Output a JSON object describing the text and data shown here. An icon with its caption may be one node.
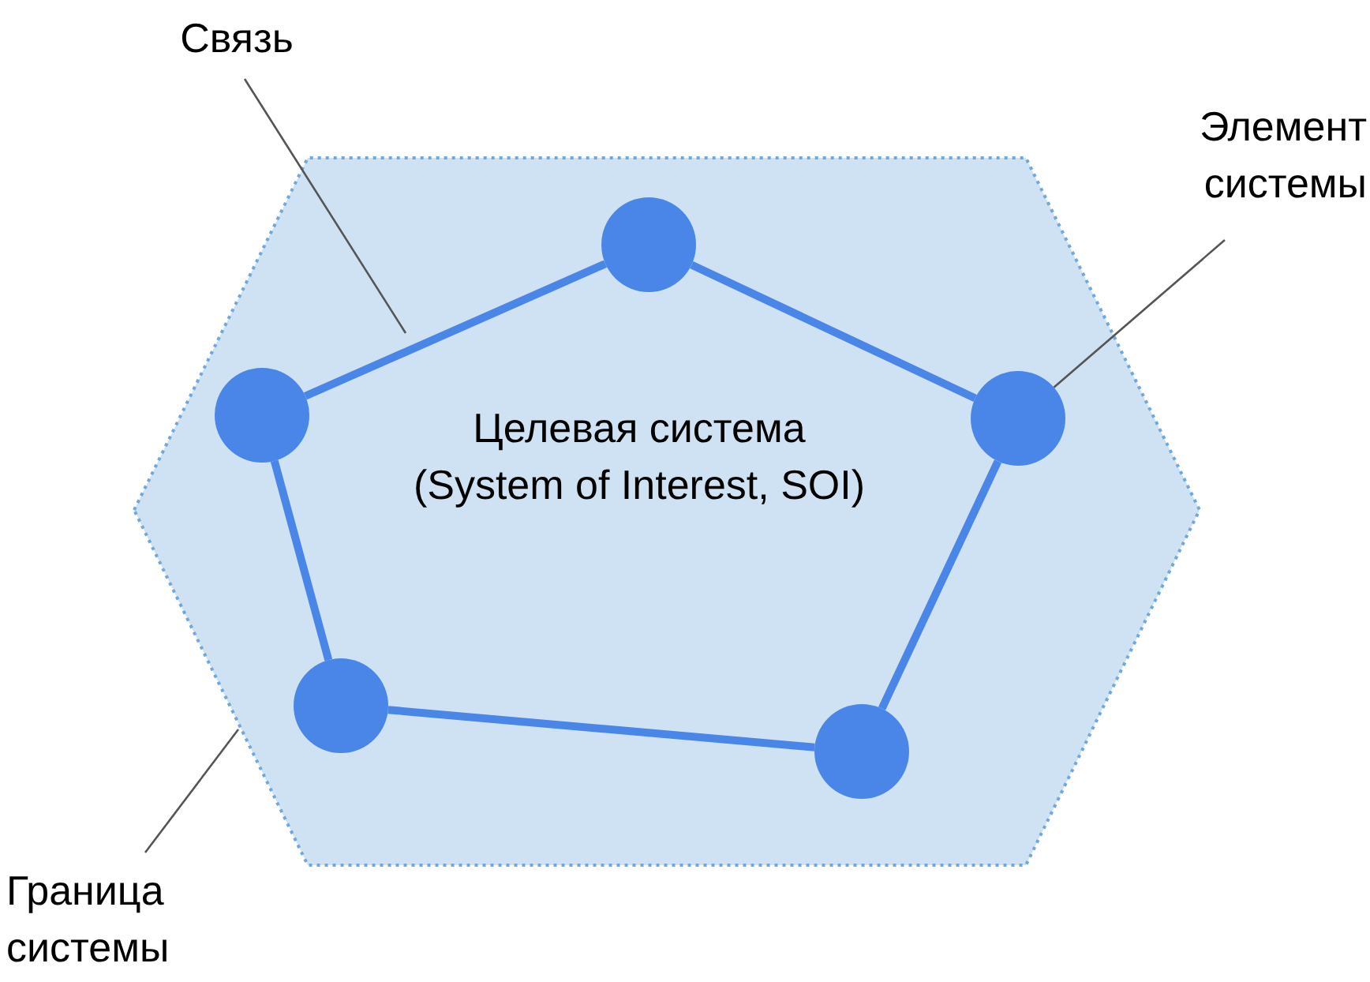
{
  "diagram": {
    "nodes": [
      {
        "text": [
          "Целевая система (System of Interest, SOI)"
        ]
      },
      {
        "text": [],
        "shape": "circle",
        "in": 0
      },
      {
        "text": [],
        "shape": "circle",
        "in": 0
      },
      {
        "text": [],
        "shape": "circle",
        "in": 0
      },
      {
        "text": [],
        "shape": "circle",
        "in": 0
      },
      {
        "text": [],
        "shape": "circle",
        "in": 0
      },
      {
        "text": [
          "Связь"
        ]
      },
      {
        "text": [
          "Элемент системы"
        ]
      },
      {
        "text": [
          "Граница системы"
        ]
      }
    ],
    "edges": [
      {
        "from": 2,
        "to": 1,
        "arrow": "none"
      },
      {
        "from": 1,
        "to": 3,
        "arrow": "none"
      },
      {
        "from": 3,
        "to": 5,
        "arrow": "none"
      },
      {
        "from": 5,
        "to": 4,
        "arrow": "none"
      },
      {
        "from": 4,
        "to": 2,
        "arrow": "none"
      },
      {
        "from": 6,
        "to": null,
        "arrow": "none",
        "color": "#555555"
      },
      {
        "from": 7,
        "to": 3,
        "arrow": "none",
        "color": "#555555"
      },
      {
        "from": 8,
        "to": 0,
        "arrow": "none",
        "color": "#555555"
      }
    ]
  }
}
